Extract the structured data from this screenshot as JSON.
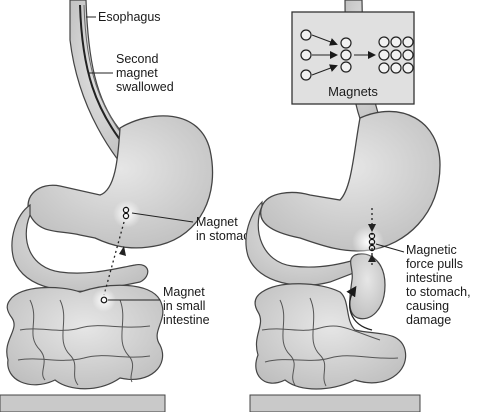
{
  "left_panel": {
    "esophagus": "Esophagus",
    "second_magnet": [
      "Second",
      "magnet",
      "swallowed"
    ],
    "magnet_in_stomach": [
      "Magnet",
      "in stomach"
    ],
    "magnet_in_small_intestine": [
      "Magnet",
      "in small",
      "intestine"
    ]
  },
  "right_panel": {
    "magnets_title": "Magnets",
    "magnetic_force": [
      "Magnetic",
      "force pulls",
      "intestine",
      "to stomach,",
      "causing",
      "damage"
    ]
  }
}
